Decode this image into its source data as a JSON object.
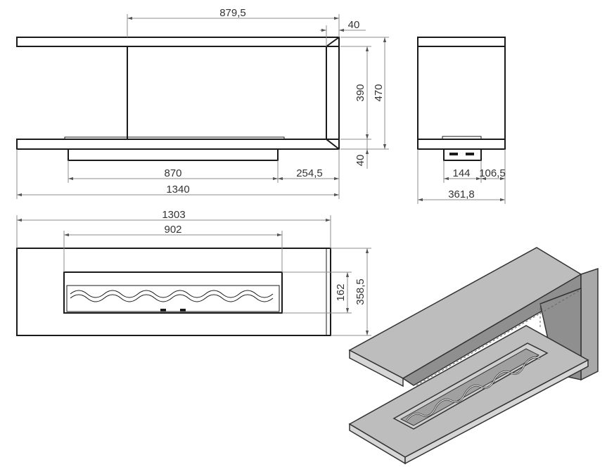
{
  "drawing": {
    "front_view": {
      "dimensions": {
        "top_width": "879,5",
        "top_offset": "40",
        "inner_height": "390",
        "total_height": "470",
        "base_thickness": "40",
        "tray_width": "870",
        "tray_offset": "254,5",
        "total_width": "1340"
      }
    },
    "side_view": {
      "dimensions": {
        "tray_depth": "144",
        "rear_depth": "106,5",
        "total_depth": "361,8"
      }
    },
    "top_view": {
      "dimensions": {
        "total_width": "1303",
        "burner_width": "902",
        "burner_depth": "162",
        "total_depth": "358,5"
      }
    }
  }
}
